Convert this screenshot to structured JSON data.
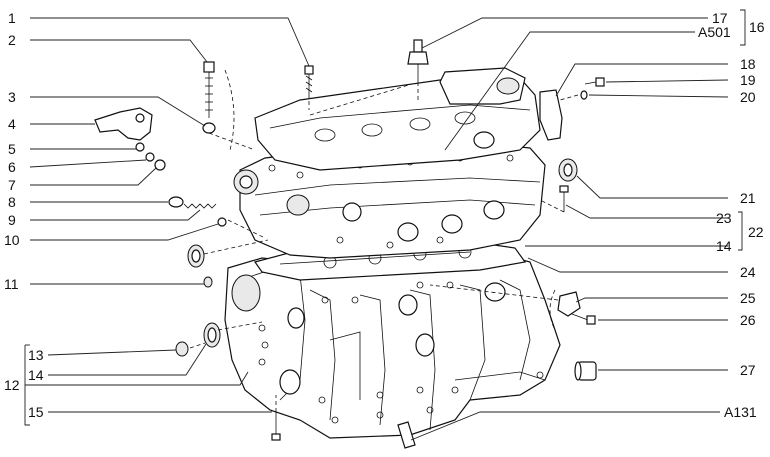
{
  "labels": {
    "l1": "1",
    "l2": "2",
    "l3": "3",
    "l4": "4",
    "l5": "5",
    "l6": "6",
    "l7": "7",
    "l8": "8",
    "l9": "9",
    "l10": "10",
    "l11": "11",
    "l12": "12",
    "l13": "13",
    "l14a": "14",
    "l15": "15",
    "l17": "17",
    "lA501": "A501",
    "l16": "16",
    "l18": "18",
    "l19": "19",
    "l20": "20",
    "l21": "21",
    "l22": "22",
    "l23": "23",
    "l14b": "14",
    "l24": "24",
    "l25": "25",
    "l26": "26",
    "l27": "27",
    "lA131": "A131"
  }
}
